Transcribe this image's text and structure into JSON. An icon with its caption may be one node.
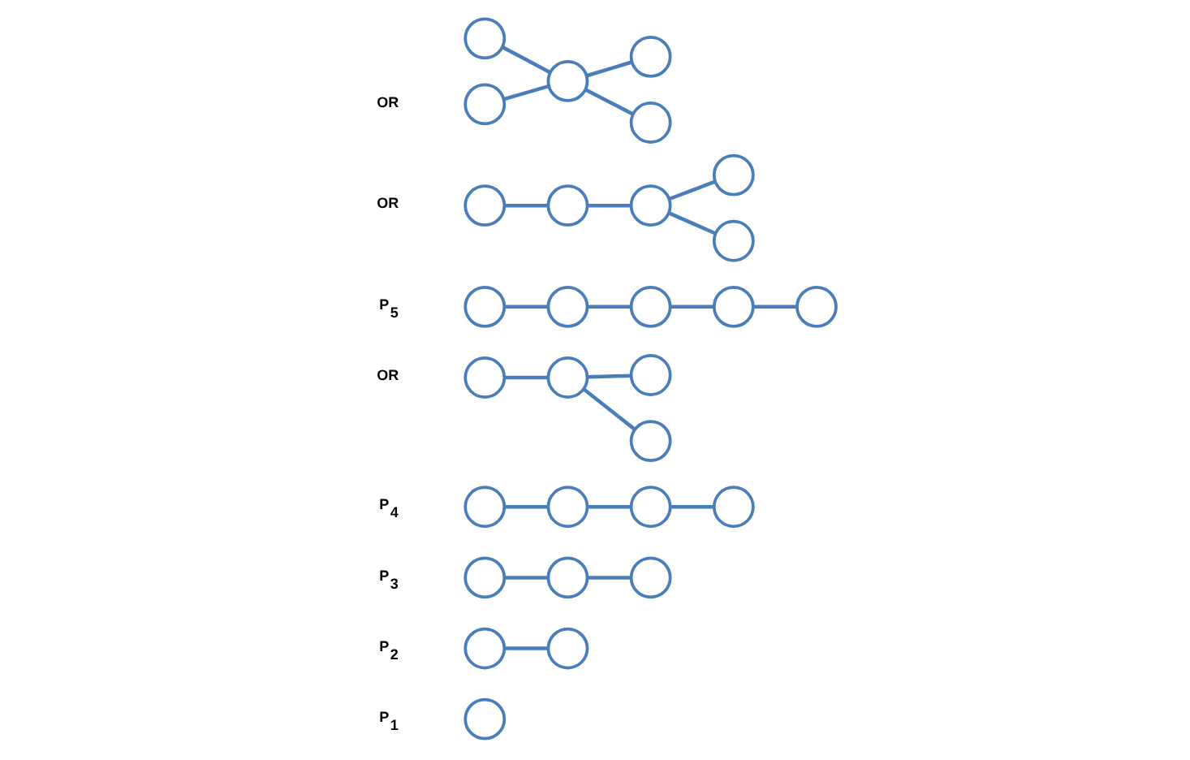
{
  "diagram": {
    "nodes": [
      {
        "text": [],
        "shape": "circle"
      },
      {
        "text": [],
        "shape": "circle"
      },
      {
        "text": [],
        "shape": "circle"
      },
      {
        "text": [],
        "shape": "circle"
      },
      {
        "text": [],
        "shape": "circle"
      },
      {
        "text": [],
        "shape": "circle"
      },
      {
        "text": [],
        "shape": "circle"
      },
      {
        "text": [],
        "shape": "circle"
      },
      {
        "text": [],
        "shape": "circle"
      },
      {
        "text": [],
        "shape": "circle"
      },
      {
        "text": [],
        "shape": "circle"
      },
      {
        "text": [],
        "shape": "circle"
      },
      {
        "text": [],
        "shape": "circle"
      },
      {
        "text": [],
        "shape": "circle"
      },
      {
        "text": [],
        "shape": "circle"
      },
      {
        "text": [],
        "shape": "circle"
      },
      {
        "text": [],
        "shape": "circle"
      },
      {
        "text": [],
        "shape": "circle"
      },
      {
        "text": [],
        "shape": "circle"
      },
      {
        "text": [],
        "shape": "circle"
      },
      {
        "text": [],
        "shape": "circle"
      },
      {
        "text": [],
        "shape": "circle"
      },
      {
        "text": [],
        "shape": "circle"
      },
      {
        "text": [],
        "shape": "circle"
      },
      {
        "text": [],
        "shape": "circle"
      },
      {
        "text": [],
        "shape": "circle"
      },
      {
        "text": [],
        "shape": "circle"
      },
      {
        "text": [],
        "shape": "circle"
      },
      {
        "text": [],
        "shape": "circle"
      }
    ],
    "edges": [
      {
        "from": 1,
        "to": 2,
        "arrow": "none"
      },
      {
        "from": 3,
        "to": 4,
        "arrow": "none"
      },
      {
        "from": 4,
        "to": 5,
        "arrow": "none"
      },
      {
        "from": 6,
        "to": 7,
        "arrow": "none"
      },
      {
        "from": 7,
        "to": 8,
        "arrow": "none"
      },
      {
        "from": 8,
        "to": 9,
        "arrow": "none"
      },
      {
        "from": 10,
        "to": 11,
        "arrow": "none"
      },
      {
        "from": 11,
        "to": 12,
        "arrow": "none"
      },
      {
        "from": 11,
        "to": 13,
        "arrow": "none"
      },
      {
        "from": 14,
        "to": 15,
        "arrow": "none"
      },
      {
        "from": 15,
        "to": 16,
        "arrow": "none"
      },
      {
        "from": 16,
        "to": 17,
        "arrow": "none"
      },
      {
        "from": 17,
        "to": 18,
        "arrow": "none"
      },
      {
        "from": 19,
        "to": 20,
        "arrow": "none"
      },
      {
        "from": 20,
        "to": 21,
        "arrow": "none"
      },
      {
        "from": 21,
        "to": 22,
        "arrow": "none"
      },
      {
        "from": 21,
        "to": 23,
        "arrow": "none"
      },
      {
        "from": 24,
        "to": 26,
        "arrow": "none"
      },
      {
        "from": 25,
        "to": 26,
        "arrow": "none"
      },
      {
        "from": 26,
        "to": 27,
        "arrow": "none"
      },
      {
        "from": 26,
        "to": 28,
        "arrow": "none"
      }
    ],
    "labels": [
      "P$_{1}$",
      "P$_{2}$",
      "P$_{3}$",
      "P$_{4}$",
      "OR",
      "P$_{5}$",
      "OR",
      "OR"
    ]
  }
}
